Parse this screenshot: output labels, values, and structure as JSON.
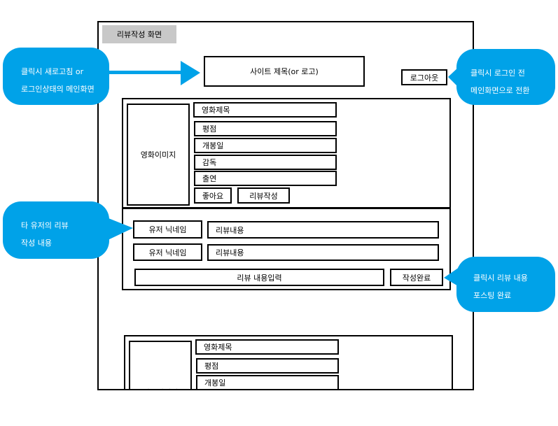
{
  "screen_tab": "리뷰작성 화면",
  "header": {
    "site_title": "사이트 제목(or 로고)",
    "logout": "로그아웃"
  },
  "movie": {
    "image": "영화이미지",
    "title": "영화제목",
    "rating": "평점",
    "release_date": "개봉일",
    "director": "감독",
    "cast": "출연",
    "like": "좋아요",
    "write_review": "리뷰작성"
  },
  "reviews": [
    {
      "nickname": "유저 닉네임",
      "content": "리뷰내용"
    },
    {
      "nickname": "유저 닉네임",
      "content": "리뷰내용"
    }
  ],
  "review_input": {
    "placeholder": "리뷰 내용입력",
    "submit": "작성완료"
  },
  "annotations": {
    "logo": [
      "클릭시 새로고침 or",
      "로그인상태의 메인화면"
    ],
    "logout": [
      "클릭시 로그인 전",
      "메인화면으로 전환"
    ],
    "reviews": [
      "타 유저의 리뷰",
      "작성 내용"
    ],
    "submit": [
      "클릭시 리뷰 내용",
      "포스팅 완료"
    ]
  },
  "colors": {
    "callout": "#00a2e8",
    "tab": "#c8c8c8"
  }
}
